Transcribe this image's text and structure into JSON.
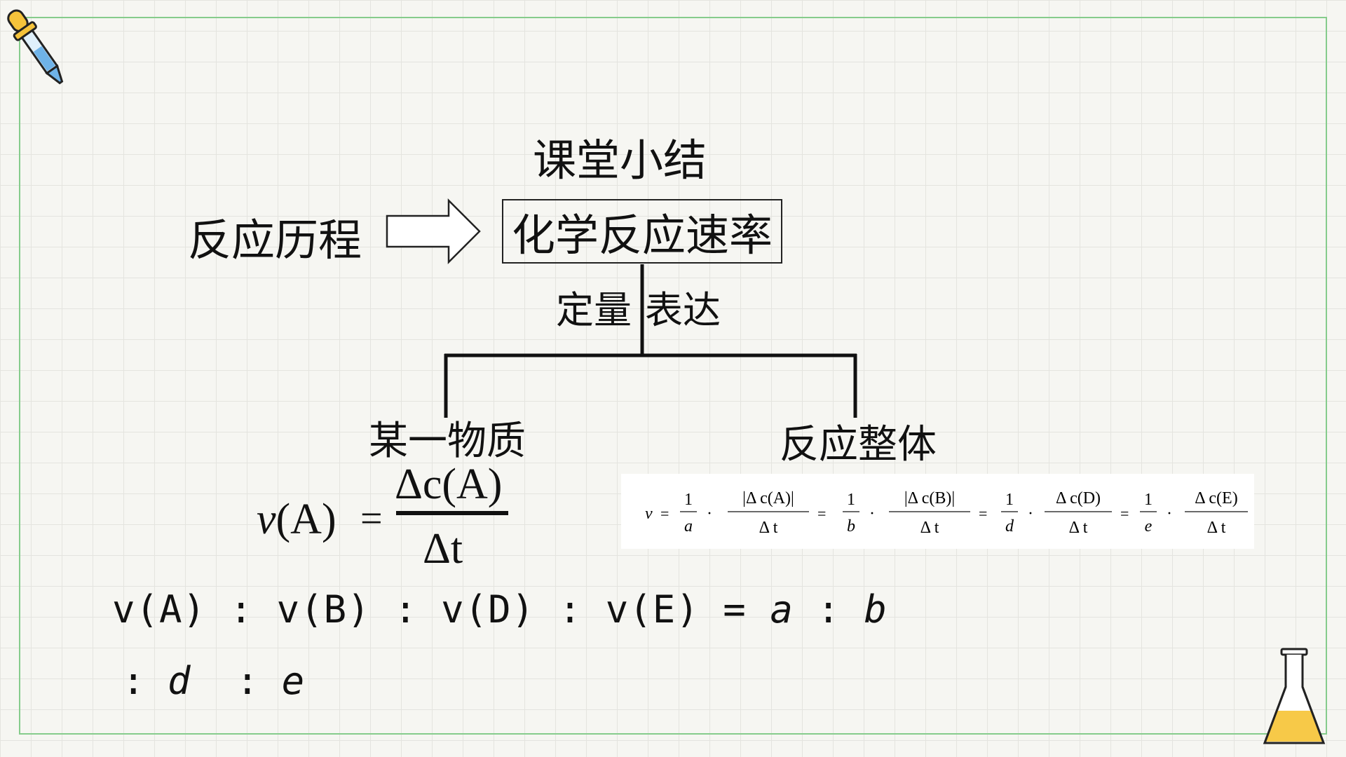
{
  "slide": {
    "title": "课堂小结",
    "left_label": "反应历程",
    "center_box": "化学反应速率",
    "connector_left": "定量",
    "connector_right": "表达",
    "branch_left": "某一物质",
    "branch_right": "反应整体"
  },
  "formula_single": {
    "lhs": "(A)",
    "lhs_var": "v",
    "equals": "=",
    "numerator": "Δc(A)",
    "denominator": "Δt"
  },
  "formula_overall": {
    "v": "v",
    "eq": "=",
    "one": "1",
    "dot": "·",
    "d1": "a",
    "d2": "b",
    "d3": "d",
    "d4": "e",
    "n1": "|Δ c(A)|",
    "n2": "|Δ c(B)|",
    "n3": "Δ c(D)",
    "n4": "Δ c(E)",
    "dt": "Δ t"
  },
  "ratio": {
    "line1": "v(A) : v(B) : v(D) : v(E) = ",
    "a": "a",
    "sep": " : ",
    "b": "b",
    "line2_sep1": ": ",
    "d": "d",
    "line2_sep2": "  : ",
    "e": "e"
  },
  "colors": {
    "frame_border": "#86cc8c",
    "grid": "#e4e4df",
    "background": "#f6f6f2",
    "flask_liquid": "#f7c948",
    "dropper_yellow": "#f5c33b",
    "dropper_blue": "#6fb3e8"
  },
  "icons": {
    "top_left": "dropper-icon",
    "bottom_right": "flask-icon"
  }
}
